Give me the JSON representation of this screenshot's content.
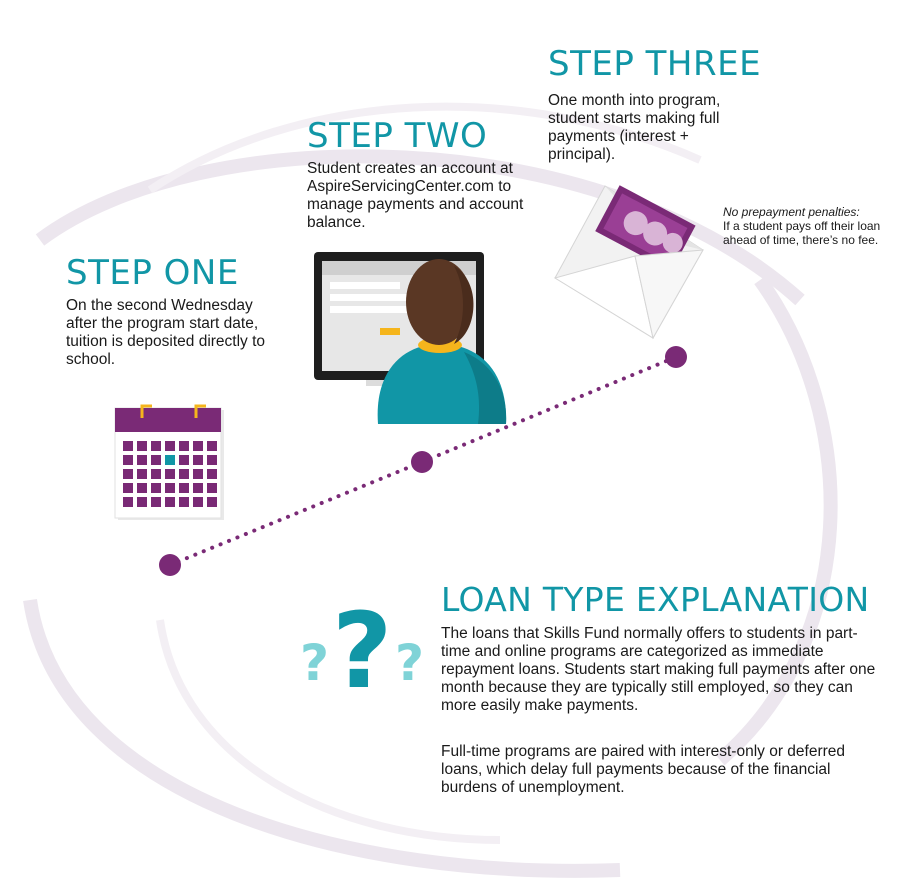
{
  "steps": [
    {
      "title": "STEP ONE",
      "text": "On the second Wednesday after the program start date, tuition is deposited directly to school.",
      "icon": "calendar-icon"
    },
    {
      "title": "STEP TWO",
      "text": "Student creates an account at AspireServicingCenter.com to manage payments and account balance.",
      "icon": "computer-user-icon"
    },
    {
      "title": "STEP THREE",
      "text": "One month into program, student starts making full payments (interest + principal).",
      "icon": "envelope-money-icon"
    }
  ],
  "note": {
    "title": "No prepayment penalties:",
    "text": "If a student pays off their loan ahead of time, there’s no fee."
  },
  "loan": {
    "title": "LOAN TYPE EXPLANATION",
    "paragraph1": "The loans that Skills Fund normally offers to students in part-time and online programs are categorized as immediate repayment loans. Students start making full payments after one month because they are typically still employed, so they can more easily make payments.",
    "paragraph2": "Full-time programs are paired with interest-only or deferred loans, which delay full payments because of the financial burdens of unemployment.",
    "icon": "question-marks-icon"
  },
  "colors": {
    "accent_teal": "#1196a6",
    "purple": "#7a2a76",
    "light_teal": "#7fd3d7",
    "yellow": "#f5b51c"
  }
}
